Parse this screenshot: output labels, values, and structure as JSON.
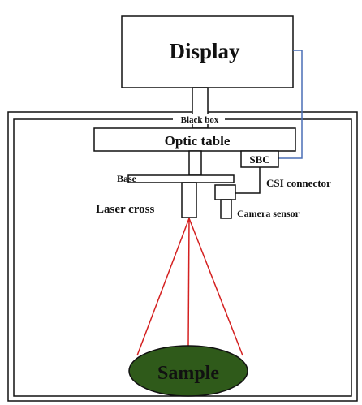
{
  "labels": {
    "display": "Display",
    "black_box": "Black box",
    "optic_table": "Optic table",
    "sbc": "SBC",
    "csi_connector": "CSI connector",
    "base": "Base",
    "laser_cross": "Laser cross",
    "camera_sensor": "Camera sensor",
    "sample": "Sample"
  },
  "colors": {
    "outline": "#111111",
    "cable": "#4a6fb5",
    "laser_beam": "#d42020",
    "sample_fill": "#2f5a1a",
    "sample_text": "#0d0d0d"
  }
}
